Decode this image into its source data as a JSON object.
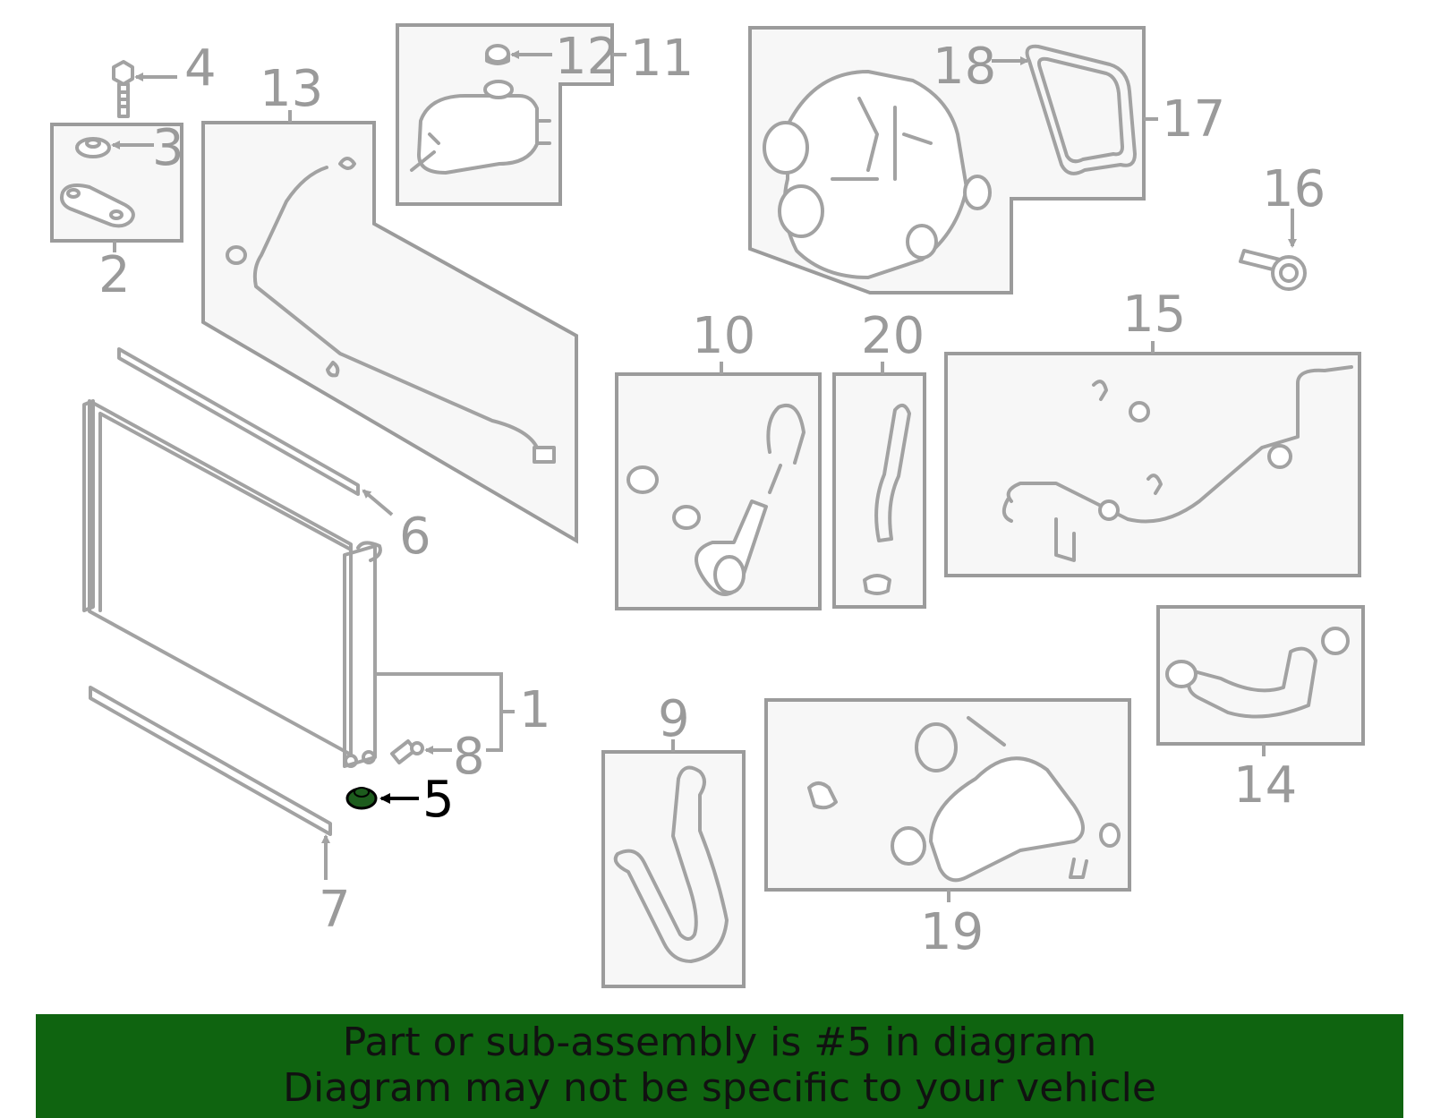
{
  "callouts": {
    "c1": "1",
    "c2": "2",
    "c3": "3",
    "c4": "4",
    "c5": "5",
    "c6": "6",
    "c7": "7",
    "c8": "8",
    "c9": "9",
    "c10": "10",
    "c11": "11",
    "c12": "12",
    "c13": "13",
    "c14": "14",
    "c15": "15",
    "c16": "16",
    "c17": "17",
    "c18": "18",
    "c19": "19",
    "c20": "20"
  },
  "highlighted_part": "5",
  "banner": {
    "line1": "Part or sub-assembly is #5 in diagram",
    "line2": "Diagram may not be specific to your vehicle"
  },
  "colors": {
    "banner_background": "#0f6410",
    "highlight": "#000000",
    "part_lines": "#a2a2a2",
    "box_fill": "#f7f7f7"
  }
}
